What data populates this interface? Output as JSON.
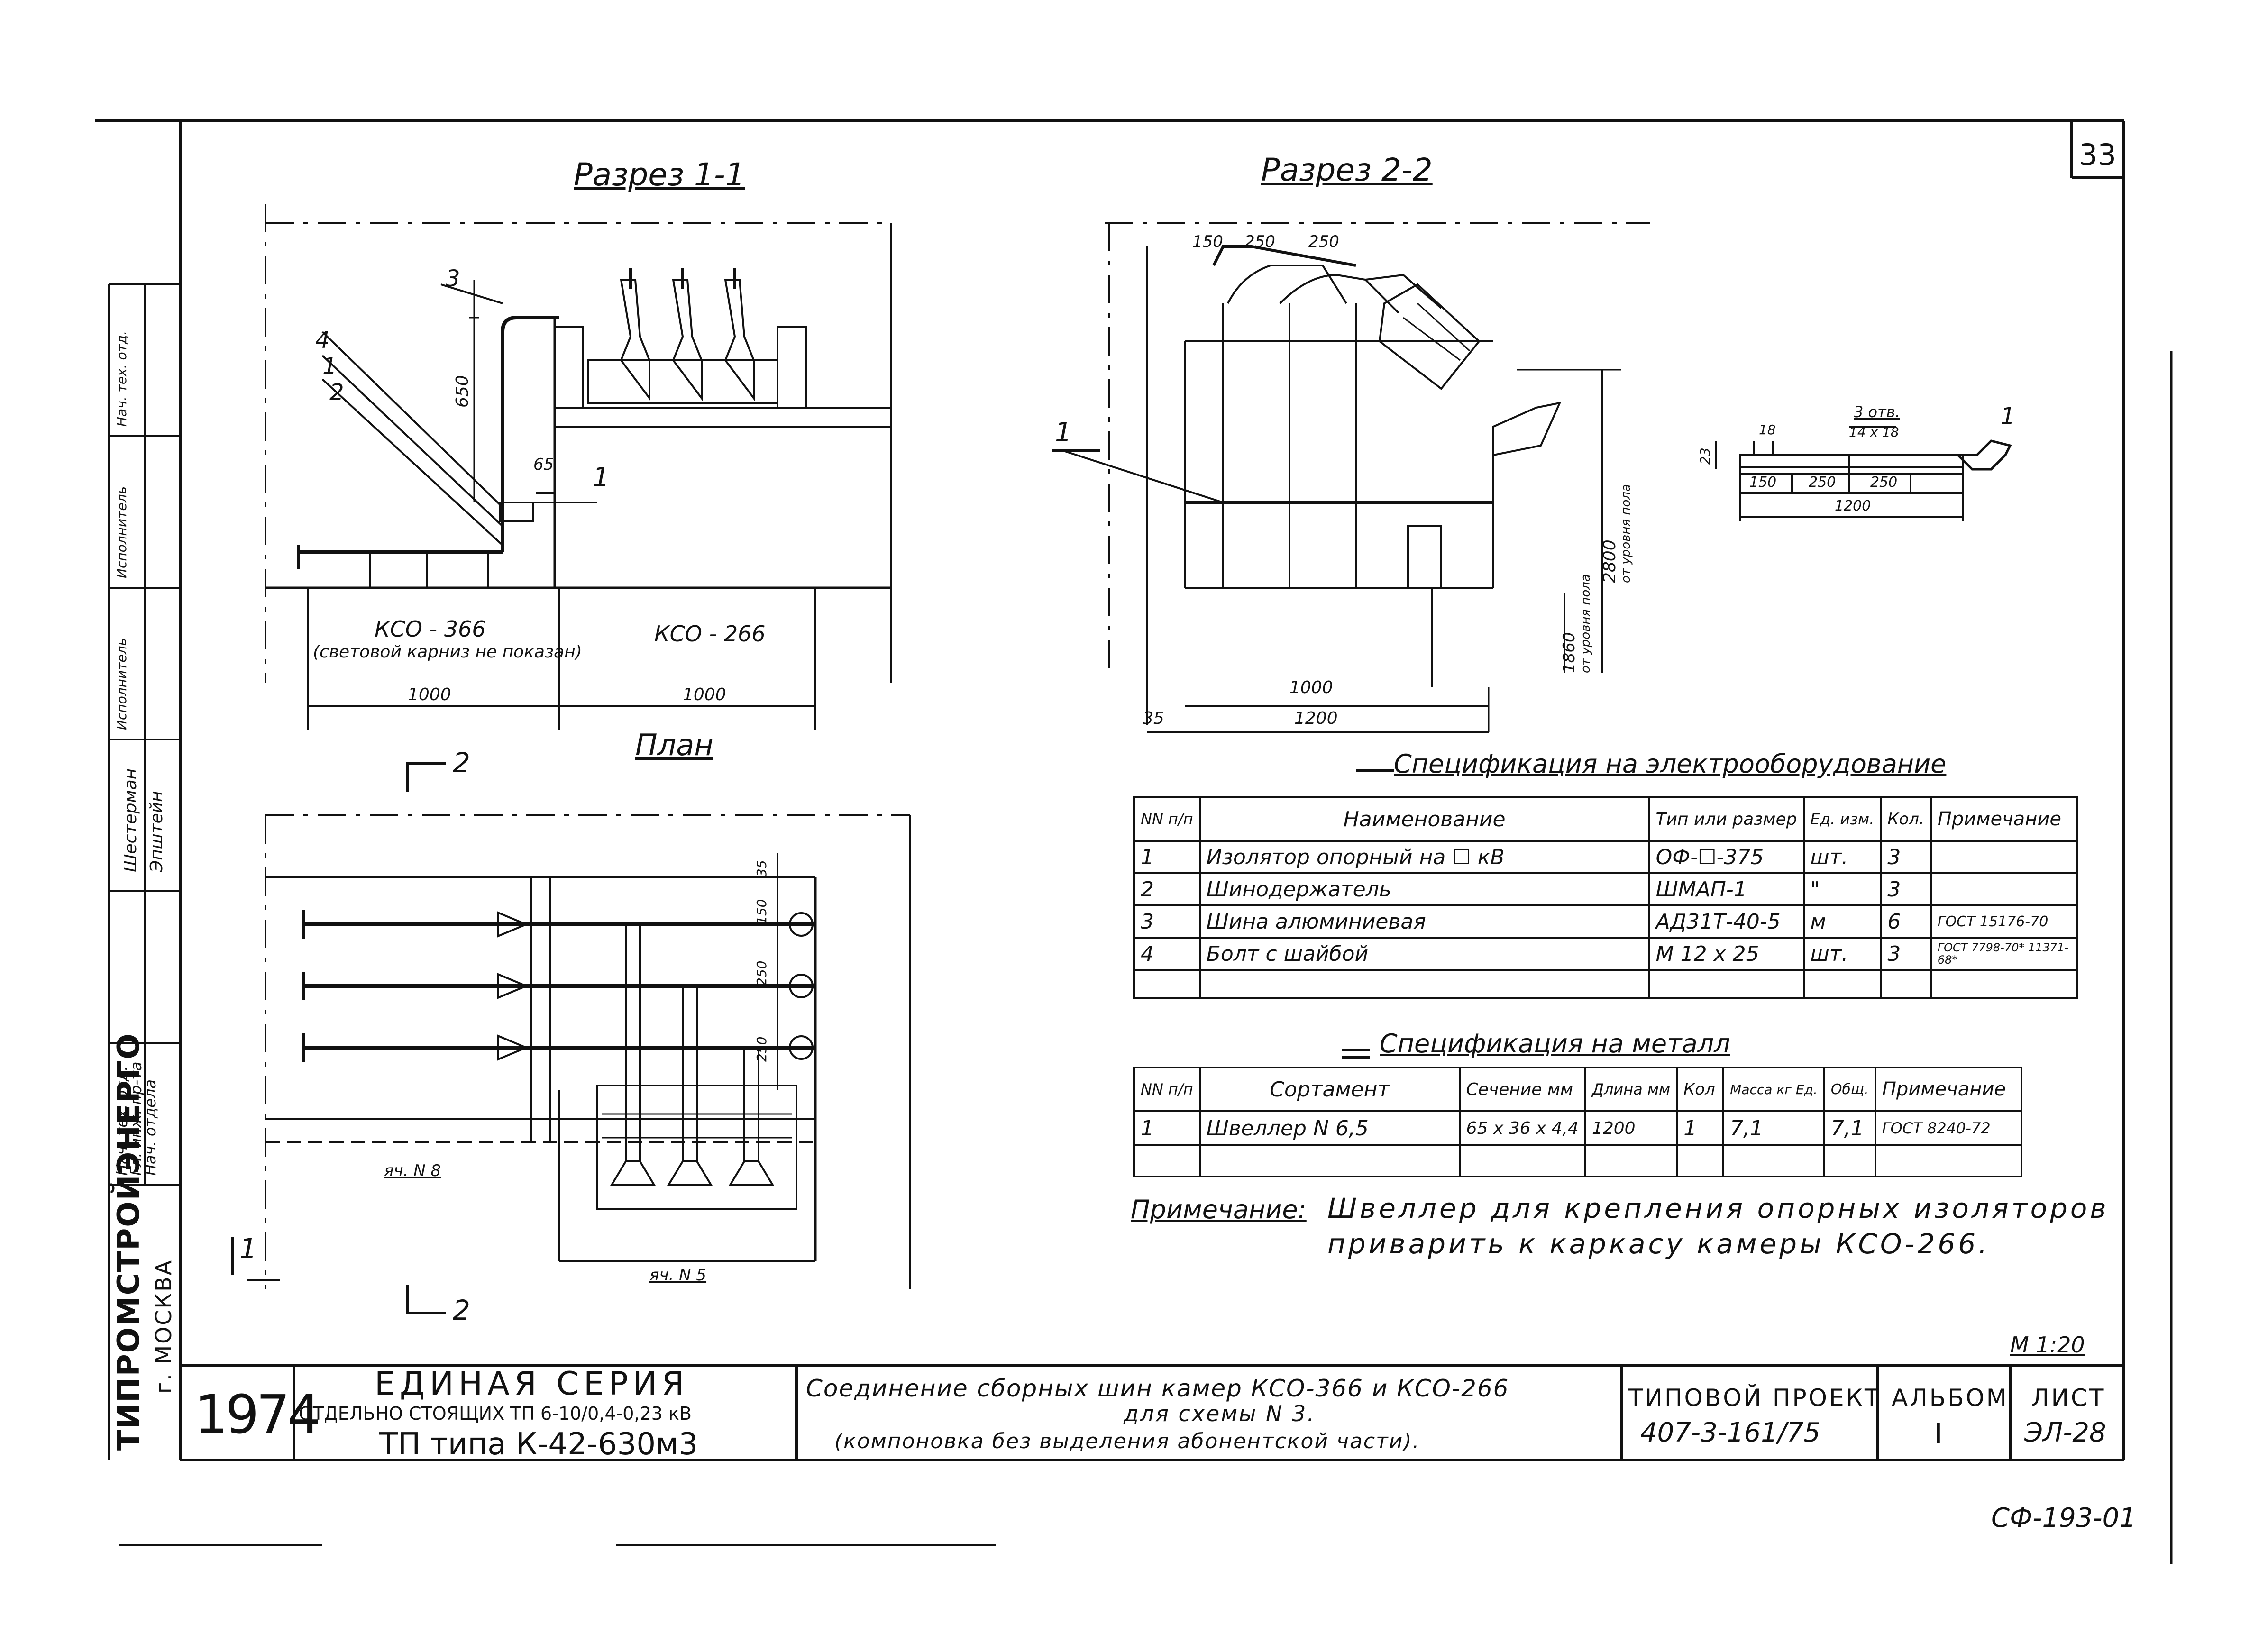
{
  "sheet_number": "33",
  "section_1_title": "Разрез 1-1",
  "section_2_title": "Разрез 2-2",
  "plan_title": "План",
  "section_1": {
    "callouts": [
      "3",
      "4",
      "1",
      "2",
      "1"
    ],
    "dim_650": "650",
    "dim_65": "65",
    "label_kso366": "КСО - 366",
    "label_kso366_note": "(световой карниз не показан)",
    "label_kso266": "КСО - 266",
    "dim_left": "1000",
    "dim_right": "1000"
  },
  "section_2": {
    "dims_top": [
      "150",
      "250",
      "250"
    ],
    "callout_1": "1",
    "dim_2800": "2800",
    "dim_2800_note": "от уровня пола",
    "dim_1860": "1860",
    "dim_1860_note": "от уровня пола",
    "dim_1000": "1000",
    "dim_1200": "1200",
    "dim_35": "35"
  },
  "channel_detail": {
    "holes": "3 отв.",
    "holes_size": "14 x 18",
    "dim_18": "18",
    "dim_23": "23",
    "dims": [
      "150",
      "250",
      "250"
    ],
    "total": "1200",
    "callout": "1"
  },
  "plan": {
    "mark_2_top": "2",
    "mark_2_bottom": "2",
    "mark_1": "1",
    "dims_right": [
      "35",
      "150",
      "250",
      "250"
    ],
    "cell_8": "яч. N 8",
    "cell_5": "яч. N 5"
  },
  "spec_electrical": {
    "title": "Спецификация на электрооборудование",
    "headers": [
      "NN п/п",
      "Наименование",
      "Тип или размер",
      "Ед. изм.",
      "Кол.",
      "Примечание"
    ],
    "rows": [
      [
        "1",
        "Изолятор опорный на ☐ кВ",
        "ОФ-☐-375",
        "шт.",
        "3",
        ""
      ],
      [
        "2",
        "Шинодержатель",
        "ШМАП-1",
        "\"",
        "3",
        ""
      ],
      [
        "3",
        "Шина алюминиевая",
        "АД31Т-40-5",
        "м",
        "6",
        "ГОСТ 15176-70"
      ],
      [
        "4",
        "Болт с шайбой",
        "М 12 x 25",
        "шт.",
        "3",
        "ГОСТ 7798-70* 11371-68*"
      ],
      [
        "",
        "",
        "",
        "",
        "",
        ""
      ]
    ]
  },
  "spec_metal": {
    "title": "Спецификация на металл",
    "headers": [
      "NN п/п",
      "Сортамент",
      "Сечение мм",
      "Длина мм",
      "Кол",
      "Масса кг Ед.",
      "Общ.",
      "Примечание"
    ],
    "rows": [
      [
        "1",
        "Швеллер N 6,5",
        "65 x 36 x 4,4",
        "1200",
        "1",
        "7,1",
        "7,1",
        "ГОСТ 8240-72"
      ],
      [
        "",
        "",
        "",
        "",
        "",
        "",
        "",
        ""
      ]
    ]
  },
  "note_label": "Примечание:",
  "note_text_1": "Швеллер для крепления опорных изоляторов",
  "note_text_2": "приварить к каркасу камеры КСО-266.",
  "scale": "М 1:20",
  "stamp": {
    "org": "ТИПРОМСТРОЙЭНЕРГО",
    "city": "г. МОСКВА",
    "year": "1974",
    "series_title": "ЕДИНАЯ СЕРИЯ",
    "series_sub": "ОТДЕЛЬНО СТОЯЩИХ ТП 6-10/0,4-0,23 кВ",
    "tp_type": "ТП типа К-42-630м3",
    "desc_1": "Соединение сборных шин камер КСО-366 и КСО-266",
    "desc_2": "для схемы N 3.",
    "desc_3": "(компоновка без выделения абонентской части).",
    "project_label": "ТИПОВОЙ ПРОЕКТ",
    "project_no": "407-3-161/75",
    "album_label": "АЛЬБОМ",
    "album_no": "I",
    "sheet_label": "ЛИСТ",
    "sheet_no": "ЭЛ-28",
    "roles": [
      "Нач. тех. отд.",
      "Гл. инж. пр-та",
      "Нач. отдела"
    ],
    "names": [
      "Шестерман",
      "Эпштейн"
    ],
    "column_labels": [
      "Исполнитель",
      "Исполнитель",
      "Нач. тех. отд."
    ]
  },
  "footer_code": "СФ-193-01"
}
